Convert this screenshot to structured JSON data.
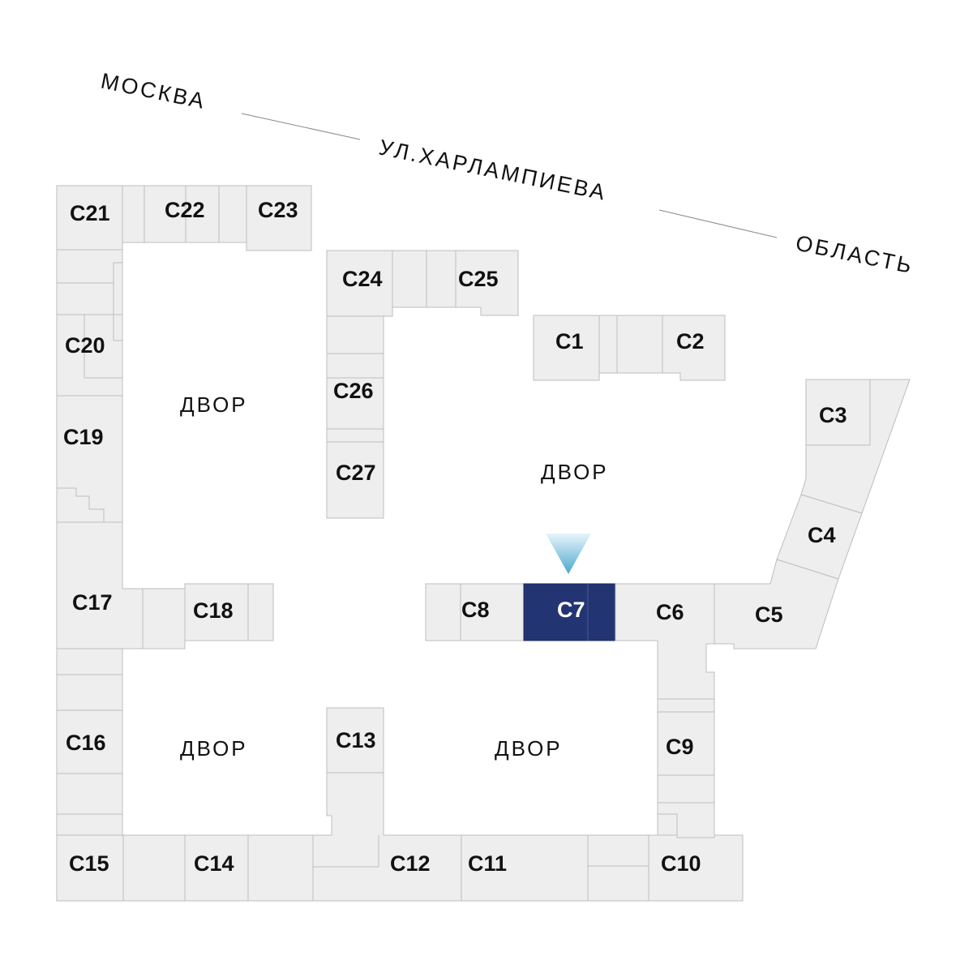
{
  "street": {
    "city": "МОСКВА",
    "name": "УЛ.ХАРЛАМПИЕВА",
    "region": "ОБЛАСТЬ"
  },
  "yards": [
    "ДВОР",
    "ДВОР",
    "ДВОР",
    "ДВОР"
  ],
  "sections": {
    "c1": "С1",
    "c2": "С2",
    "c3": "С3",
    "c4": "С4",
    "c5": "С5",
    "c6": "С6",
    "c7": "С7",
    "c8": "С8",
    "c9": "С9",
    "c10": "С10",
    "c11": "С11",
    "c12": "С12",
    "c13": "С13",
    "c14": "С14",
    "c15": "С15",
    "c16": "С16",
    "c17": "С17",
    "c18": "С18",
    "c19": "С19",
    "c20": "С20",
    "c21": "С21",
    "c22": "С22",
    "c23": "С23",
    "c24": "С24",
    "c25": "С25",
    "c26": "С26",
    "c27": "С27"
  },
  "selected_section": "С7",
  "colors": {
    "selected": "#233473",
    "block": "#eeeeee",
    "block_border": "#bdbdbd",
    "marker_top": "#e8f4fb",
    "marker_bottom": "#4aa8cf"
  },
  "icons": {
    "marker": "down-triangle-pointer"
  }
}
